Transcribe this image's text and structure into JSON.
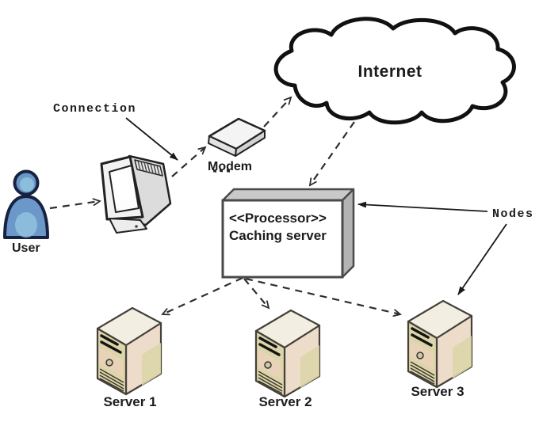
{
  "diagram": {
    "type": "network-architecture-diagram",
    "background": "#ffffff",
    "labels": {
      "user": "User",
      "connection": "Connection",
      "modem": "Modem",
      "internet": "Internet",
      "processor_stereotype": "<<Processor>>",
      "caching_server": "Caching server",
      "nodes": "Nodes",
      "server1": "Server 1",
      "server2": "Server 2",
      "server3": "Server 3"
    },
    "edges": [
      {
        "from": "user",
        "to": "computer",
        "style": "dashed-arrow"
      },
      {
        "from": "computer",
        "to": "modem",
        "style": "dashed-arrow"
      },
      {
        "from": "modem",
        "to": "internet",
        "style": "dashed-arrow"
      },
      {
        "from": "internet",
        "to": "caching-server",
        "style": "dashed-arrow"
      },
      {
        "from": "caching-server",
        "to": "server1",
        "style": "dashed-arrow"
      },
      {
        "from": "caching-server",
        "to": "server2",
        "style": "dashed-arrow"
      },
      {
        "from": "caching-server",
        "to": "server3",
        "style": "dashed-arrow"
      },
      {
        "from": "connection-label",
        "to": "computer-modem-link",
        "style": "solid-arrow"
      },
      {
        "from": "nodes-label",
        "to": "caching-server",
        "style": "solid-arrow"
      },
      {
        "from": "nodes-label",
        "to": "server3",
        "style": "solid-arrow"
      }
    ],
    "colors": {
      "user_body": "#6b97c9",
      "user_highlight": "#90c2de",
      "cloud_fill": "#ffffff",
      "cloud_outline": "#111111",
      "box_front": "#ffffff",
      "box_top": "#c9c9c9",
      "box_side": "#b3b3b3",
      "server_top": "#f2efe2",
      "server_front": "#dcd5a9",
      "server_side": "#eedcca",
      "server_side_panel": "#dbd5a8",
      "monitor_body": "#f2f2f2",
      "line": "#2e2e2e"
    }
  }
}
